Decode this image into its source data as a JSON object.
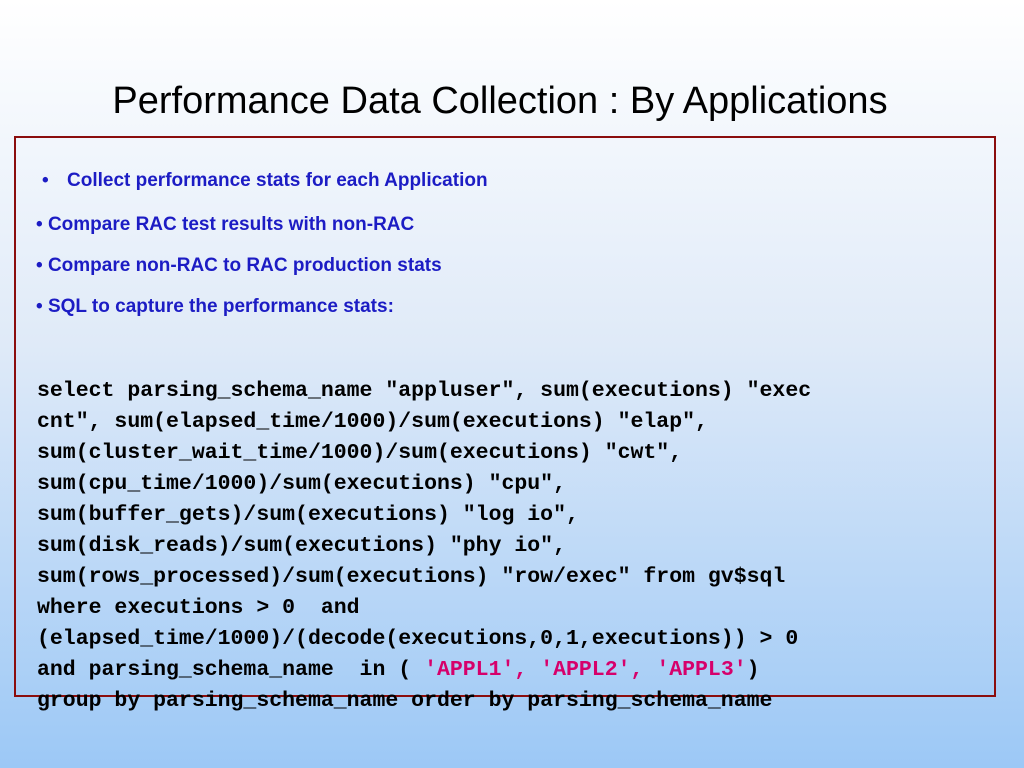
{
  "slide": {
    "title": "Performance Data Collection :  By Applications",
    "bullets": [
      {
        "marker": "•",
        "text": "Collect performance stats for each Application"
      },
      {
        "marker": "•",
        "text": "Compare RAC test results with non-RAC"
      },
      {
        "marker": "•",
        "text": "Compare non-RAC to RAC production stats"
      },
      {
        "marker": "•",
        "text": "SQL to capture the performance stats:"
      }
    ],
    "sql": {
      "lines": [
        "select parsing_schema_name \"appluser\", sum(executions) \"exec",
        "cnt\", sum(elapsed_time/1000)/sum(executions) \"elap\",",
        "sum(cluster_wait_time/1000)/sum(executions) \"cwt\",",
        "sum(cpu_time/1000)/sum(executions) \"cpu\",",
        "sum(buffer_gets)/sum(executions) \"log io\",",
        "sum(disk_reads)/sum(executions) \"phy io\",",
        "sum(rows_processed)/sum(executions) \"row/exec\" from gv$sql",
        "where executions > 0  and",
        "(elapsed_time/1000)/(decode(executions,0,1,executions)) > 0"
      ],
      "line10_prefix": "and parsing_schema_name  in ( ",
      "line10_strings": "'APPL1', 'APPL2', 'APPL3'",
      "line10_suffix": ")",
      "line11": "group by parsing_schema_name order by parsing_schema_name"
    },
    "colors": {
      "bullet_text": "#1c1cc4",
      "frame_border": "#8b0d0d",
      "sql_string": "#d6006b"
    }
  }
}
